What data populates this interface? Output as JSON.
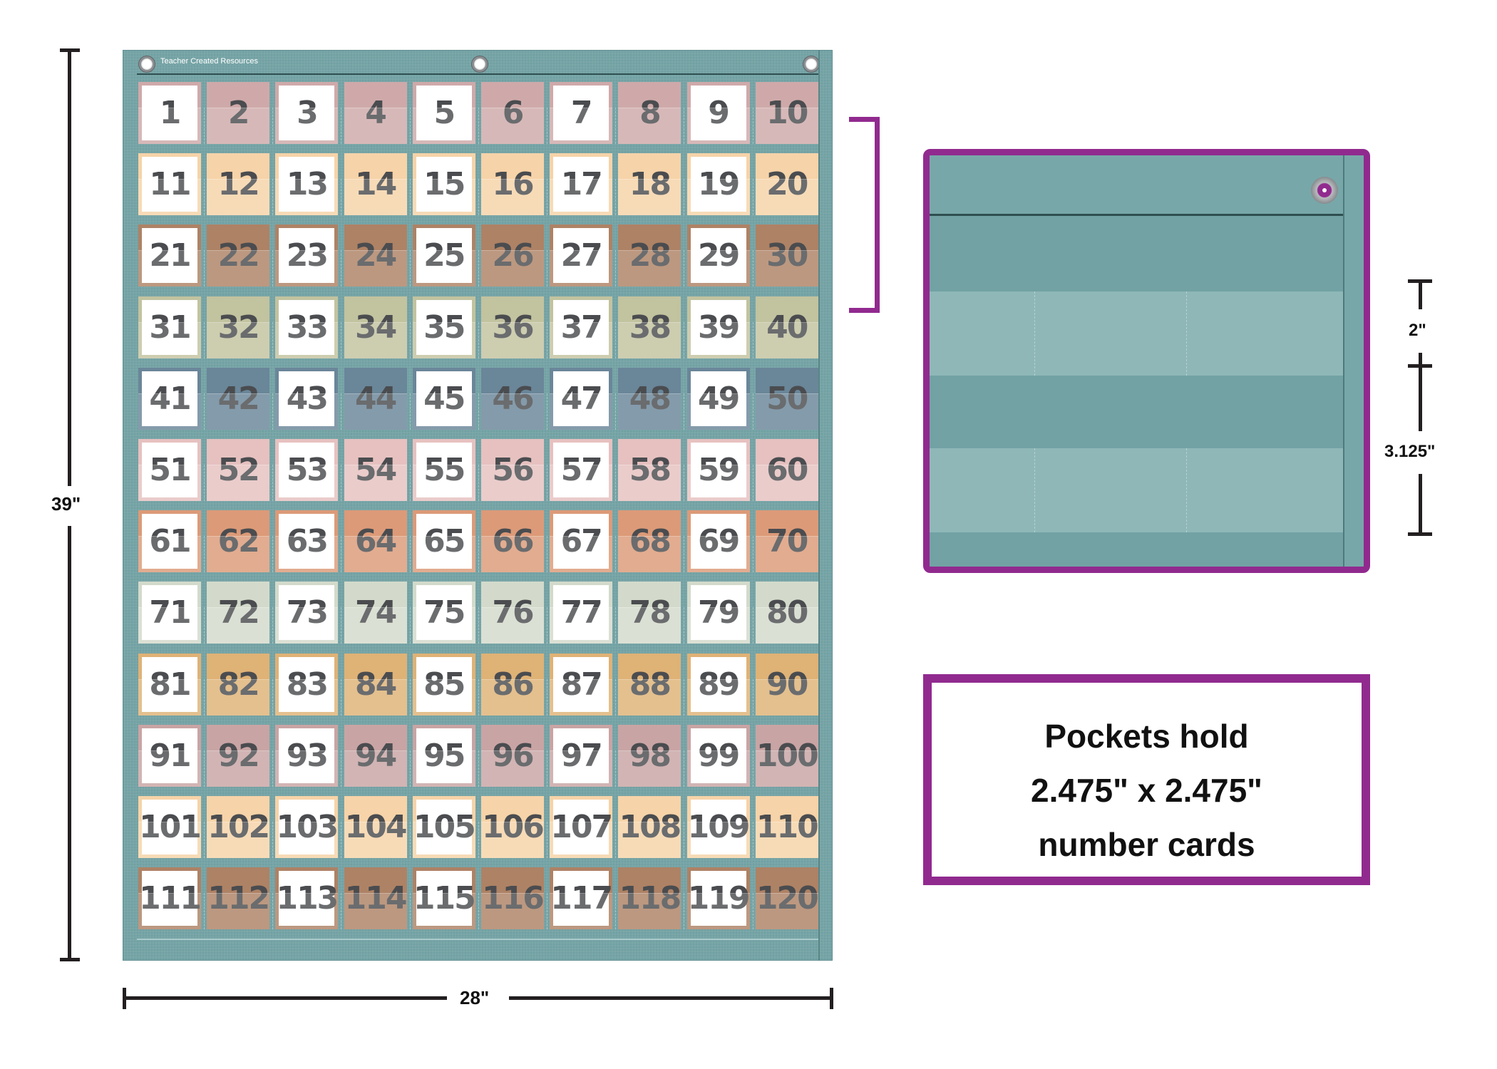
{
  "chart": {
    "brand": "Teacher Created Resources",
    "columns": 10,
    "rows": [
      {
        "numbers": [
          "1",
          "2",
          "3",
          "4",
          "5",
          "6",
          "7",
          "8",
          "9",
          "10"
        ],
        "color": "#cfa9a9"
      },
      {
        "numbers": [
          "11",
          "12",
          "13",
          "14",
          "15",
          "16",
          "17",
          "18",
          "19",
          "20"
        ],
        "color": "#f6d3a8"
      },
      {
        "numbers": [
          "21",
          "22",
          "23",
          "24",
          "25",
          "26",
          "27",
          "28",
          "29",
          "30"
        ],
        "color": "#ae8265"
      },
      {
        "numbers": [
          "31",
          "32",
          "33",
          "34",
          "35",
          "36",
          "37",
          "38",
          "39",
          "40"
        ],
        "color": "#c2c39f"
      },
      {
        "numbers": [
          "41",
          "42",
          "43",
          "44",
          "45",
          "46",
          "47",
          "48",
          "49",
          "50"
        ],
        "color": "#6a8699"
      },
      {
        "numbers": [
          "51",
          "52",
          "53",
          "54",
          "55",
          "56",
          "57",
          "58",
          "59",
          "60"
        ],
        "color": "#e6c1c0"
      },
      {
        "numbers": [
          "61",
          "62",
          "63",
          "64",
          "65",
          "66",
          "67",
          "68",
          "69",
          "70"
        ],
        "color": "#dc9a78"
      },
      {
        "numbers": [
          "71",
          "72",
          "73",
          "74",
          "75",
          "76",
          "77",
          "78",
          "79",
          "80"
        ],
        "color": "#d3dacb"
      },
      {
        "numbers": [
          "81",
          "82",
          "83",
          "84",
          "85",
          "86",
          "87",
          "88",
          "89",
          "90"
        ],
        "color": "#dfb276"
      },
      {
        "numbers": [
          "91",
          "92",
          "93",
          "94",
          "95",
          "96",
          "97",
          "98",
          "99",
          "100"
        ],
        "color": "#c9a4a4"
      },
      {
        "numbers": [
          "101",
          "102",
          "103",
          "104",
          "105",
          "106",
          "107",
          "108",
          "109",
          "110"
        ],
        "color": "#f6d3a8"
      },
      {
        "numbers": [
          "111",
          "112",
          "113",
          "114",
          "115",
          "116",
          "117",
          "118",
          "119",
          "120"
        ],
        "color": "#ae8265"
      }
    ],
    "white_card_pattern": "odd columns white"
  },
  "dimensions": {
    "height": "39\"",
    "width": "28\"",
    "pocket_spacing": "2\"",
    "pocket_height": "3.125\""
  },
  "info": {
    "lines": [
      "Pockets hold",
      "2.475\" x 2.475\"",
      "number cards"
    ]
  },
  "colors": {
    "accent": "#912a8f",
    "fabric": "#76a5a7",
    "ruler": "#231f20"
  }
}
